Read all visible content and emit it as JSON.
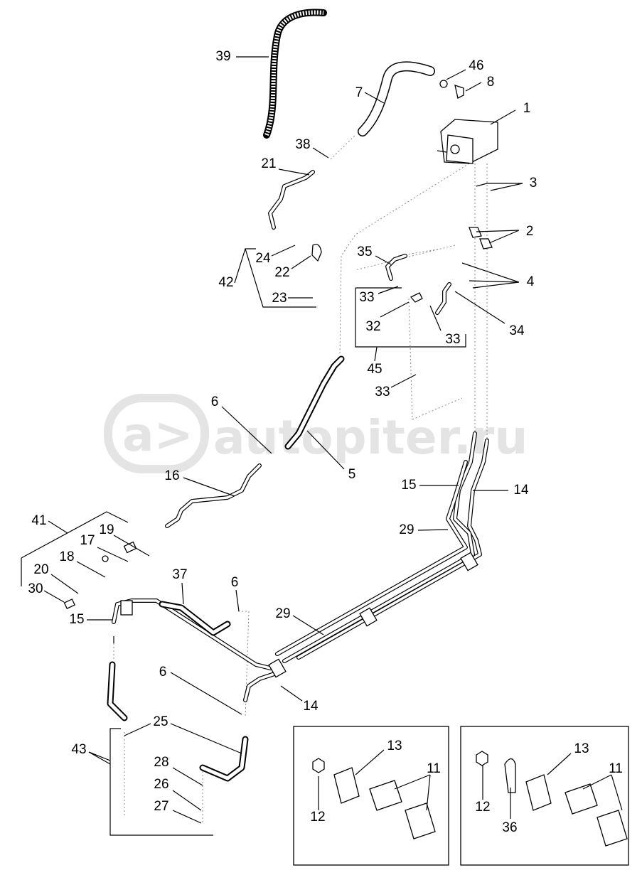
{
  "watermark": {
    "text": "autopiter.ru",
    "logo": "a>"
  },
  "callouts": [
    "39",
    "46",
    "8",
    "7",
    "1",
    "38",
    "21",
    "3",
    "2",
    "24",
    "35",
    "22",
    "42",
    "4",
    "33",
    "23",
    "32",
    "33",
    "34",
    "45",
    "33",
    "6",
    "5",
    "16",
    "15",
    "14",
    "41",
    "19",
    "17",
    "29",
    "18",
    "20",
    "30",
    "37",
    "6",
    "29",
    "15",
    "6",
    "14",
    "25",
    "43",
    "13",
    "11",
    "28",
    "26",
    "27",
    "12",
    "13",
    "11",
    "12",
    "36"
  ]
}
